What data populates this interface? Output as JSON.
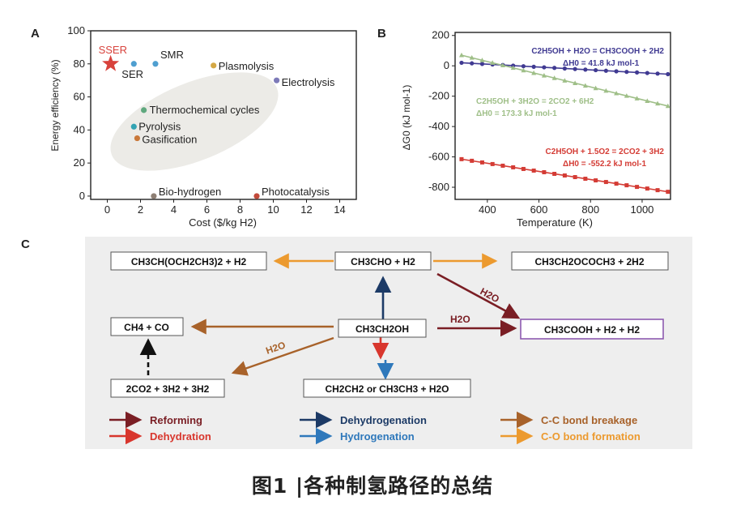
{
  "figure": {
    "caption": "图1 |各种制氢路径的总结"
  },
  "panel_a": {
    "panel_label": "A",
    "chart_data": {
      "type": "scatter",
      "xlabel": "Cost ($/kg H2)",
      "ylabel": "Energy efficiency (%)",
      "xlim": [
        -1,
        15
      ],
      "ylim": [
        -2,
        100
      ],
      "x_ticks": [
        0,
        2,
        4,
        6,
        8,
        10,
        12,
        14
      ],
      "y_ticks": [
        0,
        20,
        40,
        60,
        80,
        100
      ],
      "points": [
        {
          "label": "SSER",
          "x": 0.2,
          "y": 80,
          "color": "#d8423c",
          "marker": "star"
        },
        {
          "label": "SER",
          "x": 1.6,
          "y": 80,
          "color": "#4f9fd0"
        },
        {
          "label": "SMR",
          "x": 2.9,
          "y": 80,
          "color": "#4f9fd0"
        },
        {
          "label": "Plasmolysis",
          "x": 6.4,
          "y": 79,
          "color": "#d4a845"
        },
        {
          "label": "Electrolysis",
          "x": 10.2,
          "y": 70,
          "color": "#7d7ab8"
        },
        {
          "label": "Thermochemical cycles",
          "x": 2.2,
          "y": 52,
          "color": "#5fa87e"
        },
        {
          "label": "Pyrolysis",
          "x": 1.6,
          "y": 42,
          "color": "#33a3b3"
        },
        {
          "label": "Gasification",
          "x": 1.8,
          "y": 35,
          "color": "#c9783a"
        },
        {
          "label": "Bio-hydrogen",
          "x": 2.8,
          "y": 0,
          "color": "#8e7f74"
        },
        {
          "label": "Photocatalysis",
          "x": 9.0,
          "y": 0,
          "color": "#c24a3a"
        }
      ]
    }
  },
  "panel_b": {
    "panel_label": "B",
    "chart_data": {
      "type": "line",
      "xlabel": "Temperature (K)",
      "ylabel": "ΔG0 (kJ mol-1)",
      "xlim": [
        275,
        1110
      ],
      "ylim": [
        -880,
        220
      ],
      "x_ticks": [
        400,
        600,
        800,
        1000
      ],
      "y_ticks": [
        200,
        0,
        -200,
        -400,
        -600,
        -800
      ],
      "series": [
        {
          "equation": "C2H5OH + H2O = CH3COOH + 2H2",
          "enthalpy": "ΔH0 = 41.8 kJ mol-1",
          "color": "#403a92",
          "marker": "circle",
          "x": [
            300,
            1100
          ],
          "y": [
            20,
            -55
          ]
        },
        {
          "equation": "C2H5OH + 3H2O = 2CO2 + 6H2",
          "enthalpy": "ΔH0 = 173.3 kJ mol-1",
          "color": "#9fbf88",
          "marker": "triangle",
          "x": [
            300,
            1100
          ],
          "y": [
            70,
            -265
          ]
        },
        {
          "equation": "C2H5OH + 1.5O2 = 2CO2 + 3H2",
          "enthalpy": "ΔH0 = -552.2 kJ mol-1",
          "color": "#d43c35",
          "marker": "square",
          "x": [
            300,
            1100
          ],
          "y": [
            -615,
            -830
          ]
        }
      ]
    }
  },
  "panel_c": {
    "panel_label": "C",
    "nodes": {
      "top_left": "CH3CH(OCH2CH3)2 + H2",
      "top_mid": "CH3CHO + H2",
      "top_right": "CH3CH2OCOCH3 + 2H2",
      "mid_left": "CH4 + CO",
      "center": "CH3CH2OH",
      "mid_right": "CH3COOH + H2 + H2",
      "bot_left": "2CO2 + 3H2 + 3H2",
      "bot_mid": "CH2CH2 or CH3CH3 + H2O"
    },
    "water_labels": [
      "H2O",
      "H2O",
      "H2O"
    ],
    "legend": [
      {
        "label": "Reforming",
        "color": "#7a1e24"
      },
      {
        "label": "Dehydrogenation",
        "color": "#1c3a66"
      },
      {
        "label": "C-C bond breakage",
        "color": "#a8622a"
      },
      {
        "label": "Dehydration",
        "color": "#d8362d"
      },
      {
        "label": "Hydrogenation",
        "color": "#2e78bb"
      },
      {
        "label": "C-O bond formation",
        "color": "#ec9a2f"
      }
    ]
  }
}
